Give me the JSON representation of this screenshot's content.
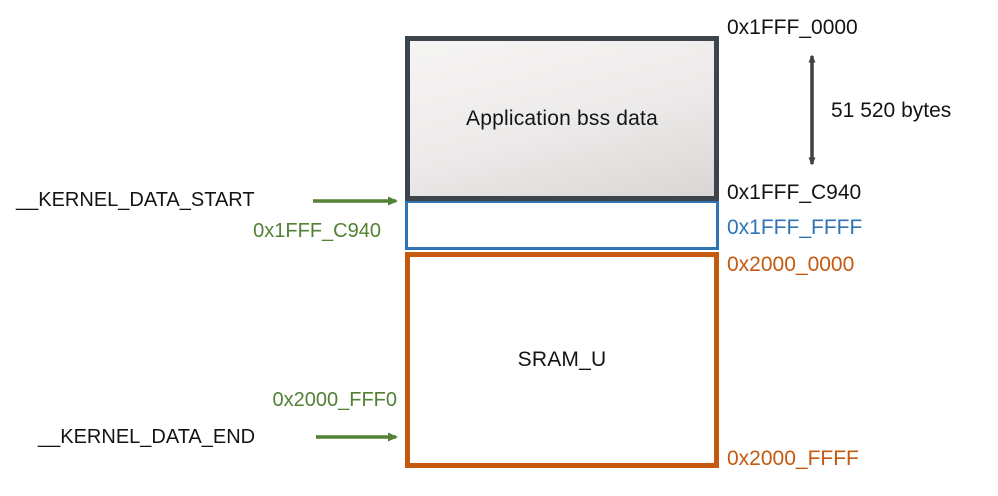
{
  "diagram": {
    "regions": {
      "bss": {
        "label": "Application bss data"
      },
      "sram": {
        "label": "SRAM_U"
      }
    },
    "right_addresses": {
      "bss_start": "0x1FFF_0000",
      "bss_end": "0x1FFF_C940",
      "sram_l_end": "0x1FFF_FFFF",
      "sram_u_start": "0x2000_0000",
      "sram_u_end": "0x2000_FFFF"
    },
    "left_labels": {
      "kernel_data_start_symbol": "__KERNEL_DATA_START",
      "kernel_data_start_addr": "0x1FFF_C940",
      "kernel_data_end_addr": "0x2000_FFF0",
      "kernel_data_end_symbol": "__KERNEL_DATA_END"
    },
    "annotations": {
      "size_label": "51 520 bytes"
    },
    "colors": {
      "dark_border": "#3d444b",
      "blue_accent": "#2e75b6",
      "orange_accent": "#c5590f",
      "green_accent": "#538135",
      "arrow_gray": "#404040",
      "background": "#ffffff"
    }
  }
}
